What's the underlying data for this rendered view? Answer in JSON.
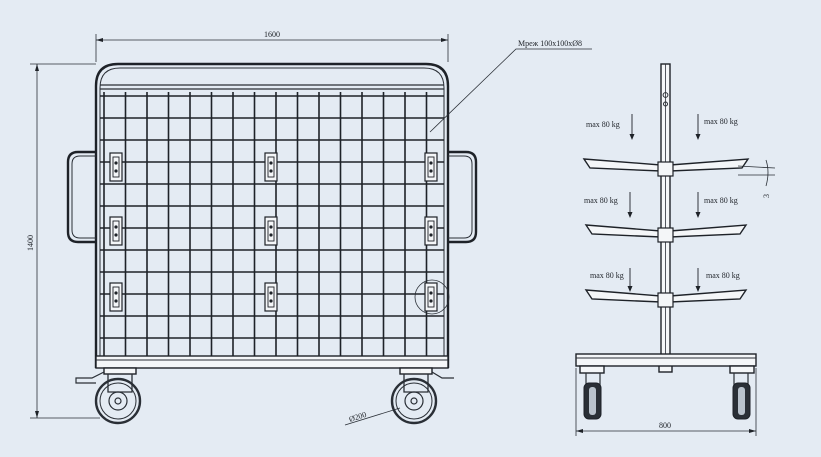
{
  "drawing": {
    "dimensions": {
      "width_front": "1600",
      "height_front": "1400",
      "width_side": "800",
      "wheel_diameter": "Ø200",
      "tilt": "3"
    },
    "mesh_label": "Мреж 100х100хØ8",
    "load_labels": [
      "max 80 kg",
      "max 80 kg",
      "max 80 kg",
      "max 80 kg",
      "max 80 kg",
      "max 80 kg"
    ]
  }
}
